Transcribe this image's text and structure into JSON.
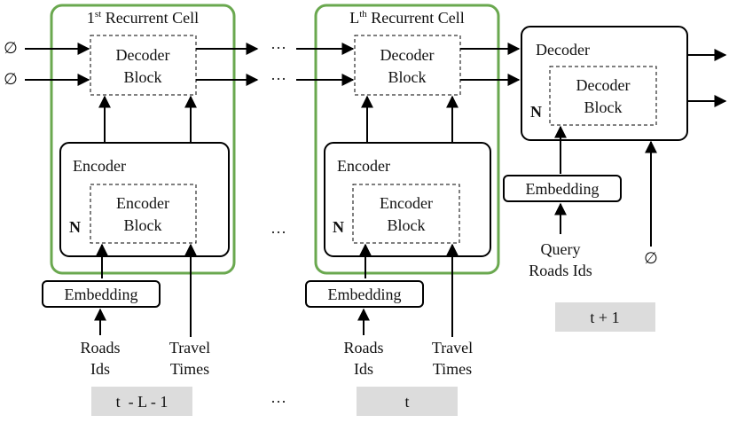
{
  "colors": {
    "cell_border": "#6aa84f",
    "time_box": "#dcdcdc",
    "stroke": "#000000"
  },
  "null_symbol": "∅",
  "ellipsis": "···",
  "cells": [
    {
      "title_base": "1",
      "title_sup": "st",
      "title_rest": " Recurrent Cell",
      "decoder_block": [
        "Decoder",
        "Block"
      ],
      "encoder_title": "Encoder",
      "encoder_block": [
        "Encoder",
        "Block"
      ],
      "n_label": "N",
      "embedding": "Embedding",
      "input_roads": [
        "Roads",
        "Ids"
      ],
      "input_travel": [
        "Travel",
        "Times"
      ],
      "time_label": "t  - L - 1"
    },
    {
      "title_base": "L",
      "title_sup": "th",
      "title_rest": " Recurrent Cell",
      "decoder_block": [
        "Decoder",
        "Block"
      ],
      "encoder_title": "Encoder",
      "encoder_block": [
        "Encoder",
        "Block"
      ],
      "n_label": "N",
      "embedding": "Embedding",
      "input_roads": [
        "Roads",
        "Ids"
      ],
      "input_travel": [
        "Travel",
        "Times"
      ],
      "time_label": "t"
    }
  ],
  "decoder": {
    "title": "Decoder",
    "block": [
      "Decoder",
      "Block"
    ],
    "n_label": "N",
    "embedding": "Embedding",
    "query": [
      "Query",
      "Roads Ids"
    ],
    "time_label": "t + 1"
  }
}
